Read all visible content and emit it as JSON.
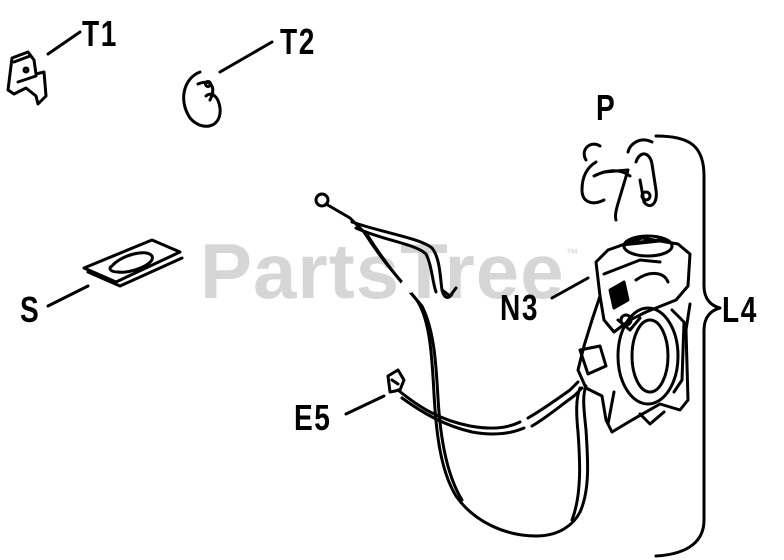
{
  "watermark": {
    "text": "PartsTree",
    "trademark": "™"
  },
  "callouts": {
    "t1": "T1",
    "t2": "T2",
    "p": "P",
    "s": "S",
    "n3": "N3",
    "l4": "L4",
    "e5": "E5"
  }
}
